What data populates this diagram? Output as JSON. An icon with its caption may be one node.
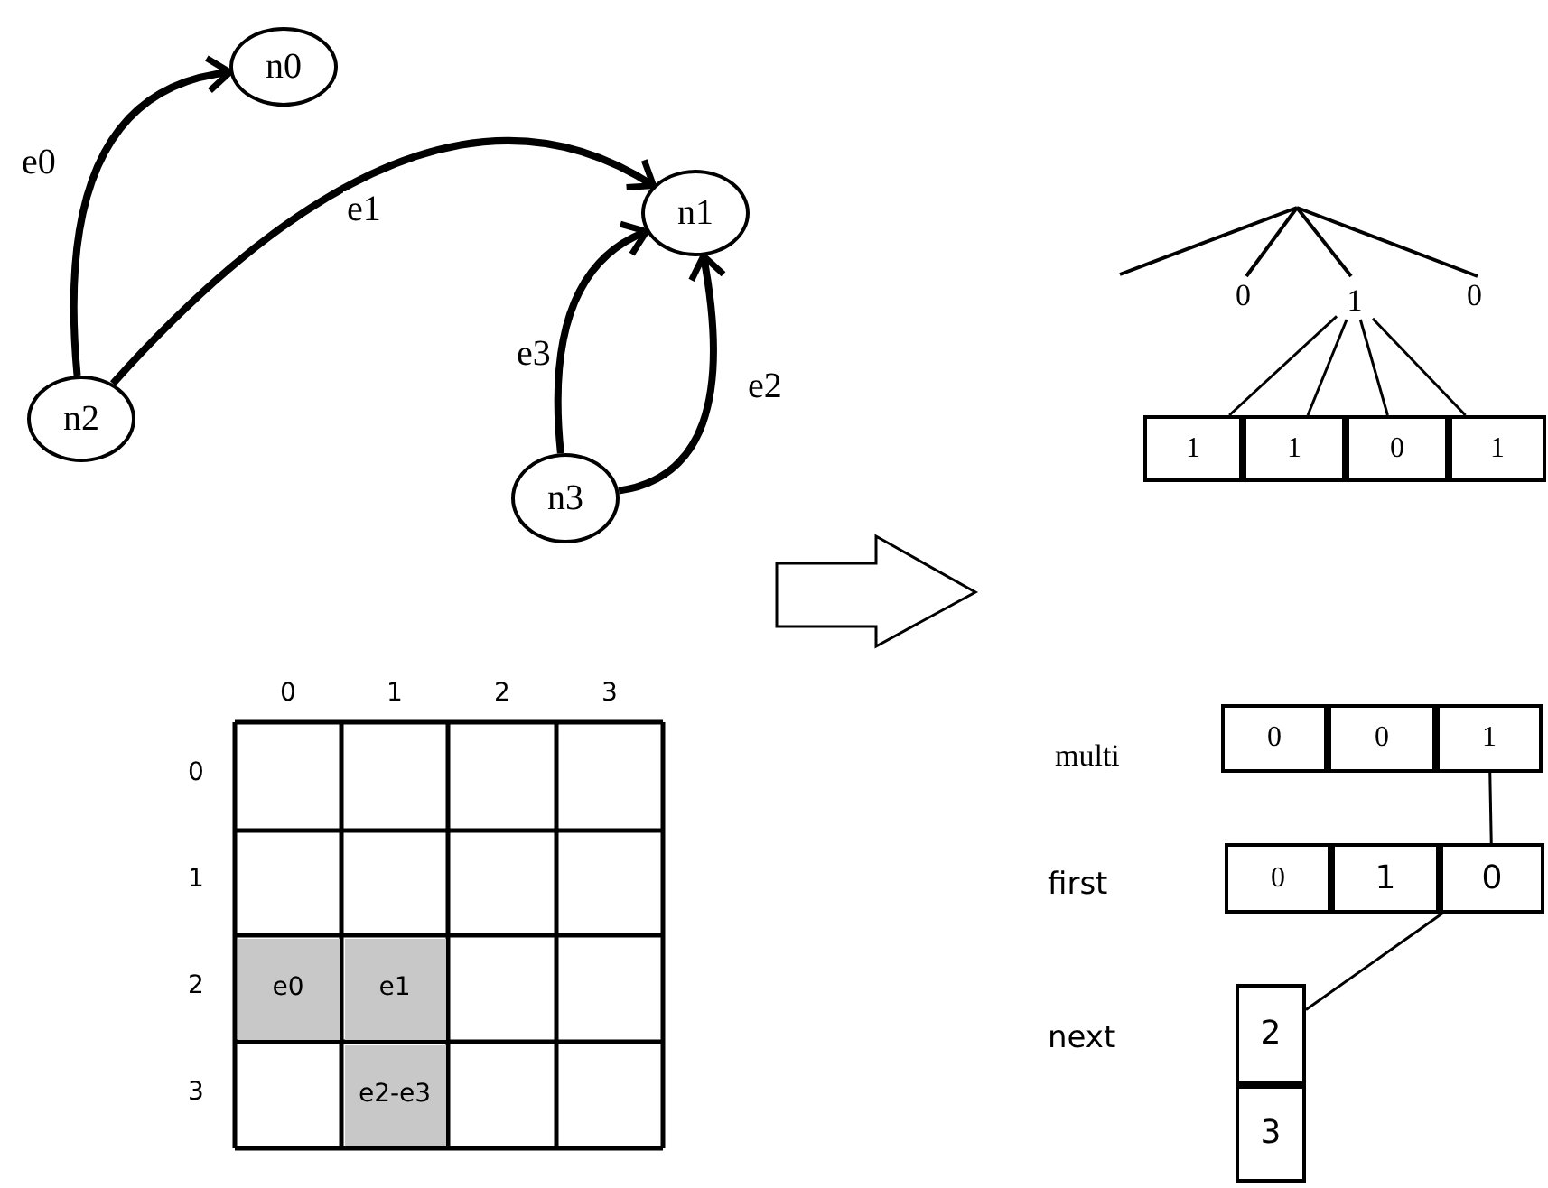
{
  "diagram": {
    "nodes": [
      {
        "text": [
          "n0"
        ]
      },
      {
        "text": [
          "n1"
        ]
      },
      {
        "text": [
          "n2"
        ]
      },
      {
        "text": [
          "n3"
        ]
      },
      {
        "text": [
          "1"
        ]
      },
      {
        "text": [
          "1"
        ]
      },
      {
        "text": [
          "1"
        ]
      },
      {
        "text": [
          "0"
        ]
      },
      {
        "text": [
          "1"
        ]
      },
      {
        "text": [
          "0"
        ]
      },
      {
        "text": [
          "0"
        ]
      },
      {
        "text": [
          "1"
        ]
      },
      {
        "text": [
          "0"
        ]
      },
      {
        "text": [
          "1"
        ]
      },
      {
        "text": [
          "0"
        ]
      },
      {
        "text": [
          "2"
        ]
      },
      {
        "text": [
          "3"
        ]
      }
    ],
    "edges": [
      {
        "from": 2,
        "to": 0,
        "arrow": "to",
        "label": "e0",
        "style": "thick"
      },
      {
        "from": 2,
        "to": 1,
        "arrow": "to",
        "label": "e1",
        "style": "thick"
      },
      {
        "from": 3,
        "to": 1,
        "arrow": "to",
        "label": "e2",
        "style": "thick"
      },
      {
        "from": 3,
        "to": 1,
        "arrow": "to",
        "label": "e3",
        "style": "thick"
      },
      {
        "from": 4,
        "to": 5,
        "arrow": "none"
      },
      {
        "from": 4,
        "to": 6,
        "arrow": "none"
      },
      {
        "from": 4,
        "to": 7,
        "arrow": "none"
      },
      {
        "from": 4,
        "to": 8,
        "arrow": "none"
      },
      {
        "from": 11,
        "to": 14,
        "arrow": "none"
      },
      {
        "from": 14,
        "to": 15,
        "arrow": "none"
      }
    ],
    "labels": [
      "0",
      "0",
      "0",
      "1",
      "2",
      "3",
      "0",
      "1",
      "2",
      "e0",
      "e1",
      "3",
      "e2-e3",
      "multi",
      "first",
      "next"
    ]
  }
}
